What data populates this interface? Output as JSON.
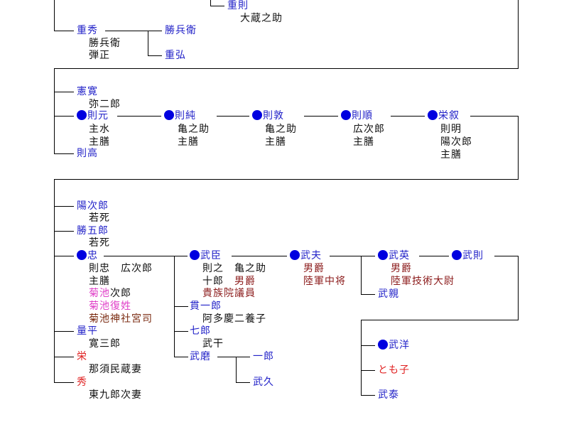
{
  "top": {
    "shigenori": "重則",
    "shigenori_sub": "大蔵之助",
    "shigehide": "重秀",
    "shigehide_sub1": "勝兵衛",
    "shigehide_sub2": "弾正",
    "katsubee": "勝兵衛",
    "shigehiro": "重弘"
  },
  "gen2": {
    "norihiro": "憲寛",
    "norihiro_sub": "弥二郎",
    "norimoto": "則元",
    "norimoto_sub1": "主水",
    "norimoto_sub2": "主膳",
    "noritaka": "則高",
    "norizumi": "則純",
    "norizumi_sub1": "亀之助",
    "norizumi_sub2": "主膳",
    "noriatsu": "則敦",
    "noriatsu_sub1": "亀之助",
    "noriatsu_sub2": "主膳",
    "norinobu": "則順",
    "norinobu_sub1": "広次郎",
    "norinobu_sub2": "主膳",
    "eijo": "栄叙",
    "eijo_sub1": "則明",
    "eijo_sub2": "陽次郎",
    "eijo_sub3": "主膳"
  },
  "gen3": {
    "yojiro": "陽次郎",
    "yojiro_sub": "若死",
    "katsugoro": "勝五郎",
    "katsugoro_sub": "若死",
    "tadashi": "忠",
    "tadashi_sub1": "則忠　広次郎",
    "tadashi_sub2": "主膳",
    "tadashi_sub3a": "菊池",
    "tadashi_sub3b": "次郎",
    "tadashi_sub4": "菊池復姓",
    "tadashi_sub5": "菊池神社宮司",
    "ryohei": "量平",
    "ryohei_sub": "寛三郎",
    "sakae": "栄",
    "sakae_sub": "那須民蔵妻",
    "hide": "秀",
    "hide_sub": "東九郎次妻",
    "takeomi": "武臣",
    "takeomi_sub1": "則之　亀之助",
    "takeomi_sub2a": "十郎",
    "takeomi_sub2b": "男爵",
    "takeomi_sub3": "貴族院議員",
    "kanichiro": "貫一郎",
    "kanichiro_sub": "阿多慶二養子",
    "shichiro": "七郎",
    "shichiro_sub": "武干",
    "takemaro": "武磨",
    "ichiro": "一郎",
    "takehisa": "武久",
    "takeo": "武夫",
    "takeo_sub1": "男爵",
    "takeo_sub2": "陸軍中将",
    "takehide": "武英",
    "takehide_sub1": "男爵",
    "takehide_sub2": "陸軍技術大尉",
    "takechika": "武親",
    "takenori": "武則",
    "takehiro": "武洋",
    "tomoko": "とも子",
    "takeyasu": "武泰"
  },
  "colors": {
    "name": "#2222c8",
    "title": "#8b1a1a",
    "kikuchi": "#e040c8",
    "female": "#e02020",
    "dot": "#0000e0"
  }
}
